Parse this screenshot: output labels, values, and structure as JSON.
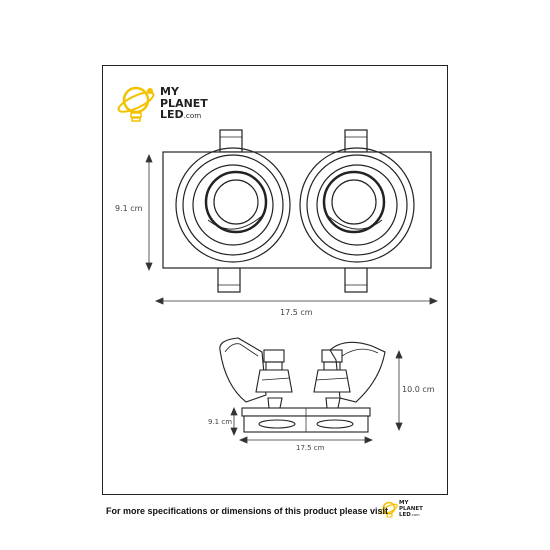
{
  "logo": {
    "line1": "MY",
    "line2": "PLANET",
    "line3": "LED",
    "suffix": ".com"
  },
  "dimensions": {
    "top_height": "9.1 cm",
    "top_width": "17.5 cm",
    "side_height": "10.0 cm",
    "side_depth": "9.1 cm",
    "side_width": "17.5 cm"
  },
  "footer": {
    "text": "For more specifications or dimensions of this product please visit"
  },
  "colors": {
    "line": "#222222",
    "bulb": "#f2c200"
  }
}
